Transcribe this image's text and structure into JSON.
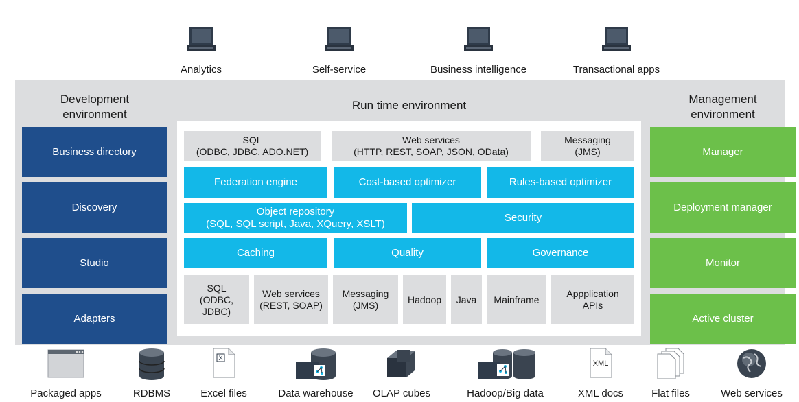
{
  "consumers": [
    "Analytics",
    "Self-service",
    "Business intelligence",
    "Transactional apps"
  ],
  "development": {
    "title_line1": "Development",
    "title_line2": "environment",
    "items": [
      "Business directory",
      "Discovery",
      "Studio",
      "Adapters"
    ]
  },
  "management": {
    "title_line1": "Management",
    "title_line2": "environment",
    "items": [
      "Manager",
      "Deployment manager",
      "Monitor",
      "Active cluster"
    ]
  },
  "runtime": {
    "title": "Run time environment",
    "interfaces": [
      {
        "line1": "SQL",
        "line2": "(ODBC, JDBC, ADO.NET)"
      },
      {
        "line1": "Web services",
        "line2": "(HTTP, REST, SOAP, JSON, OData)"
      },
      {
        "line1": "Messaging",
        "line2": "(JMS)"
      }
    ],
    "row2": [
      "Federation engine",
      "Cost-based optimizer",
      "Rules-based optimizer"
    ],
    "row3": {
      "repo_line1": "Object repository",
      "repo_line2": "(SQL, SQL script, Java, XQuery, XSLT)",
      "security": "Security"
    },
    "row4": [
      "Caching",
      "Quality",
      "Governance"
    ],
    "connectors": [
      {
        "line1": "SQL",
        "line2": "(ODBC,",
        "line3": "JDBC)"
      },
      {
        "line1": "Web services",
        "line2": "(REST, SOAP)"
      },
      {
        "line1": "Messaging",
        "line2": "(JMS)"
      },
      {
        "line1": "Hadoop"
      },
      {
        "line1": "Java"
      },
      {
        "line1": "Mainframe"
      },
      {
        "line1": "Appplication",
        "line2": "APIs"
      }
    ]
  },
  "sources": [
    {
      "label": "Packaged apps",
      "icon": "window-icon"
    },
    {
      "label": "RDBMS",
      "icon": "database-icon"
    },
    {
      "label": "Excel files",
      "icon": "excel-file-icon",
      "glyph": "X"
    },
    {
      "label": "Data warehouse",
      "icon": "data-warehouse-icon"
    },
    {
      "label": "OLAP cubes",
      "icon": "cube-icon"
    },
    {
      "label": "Hadoop/Big data",
      "icon": "big-data-icon"
    },
    {
      "label": "XML docs",
      "icon": "xml-file-icon",
      "glyph": "XML"
    },
    {
      "label": "Flat files",
      "icon": "flat-files-icon"
    },
    {
      "label": "Web services",
      "icon": "globe-icon"
    }
  ],
  "colors": {
    "development": "#1f4e8c",
    "management": "#6cc04a",
    "runtime_block": "#13b8e8",
    "interface_block": "#dcdddf",
    "band": "#dcdddf"
  }
}
